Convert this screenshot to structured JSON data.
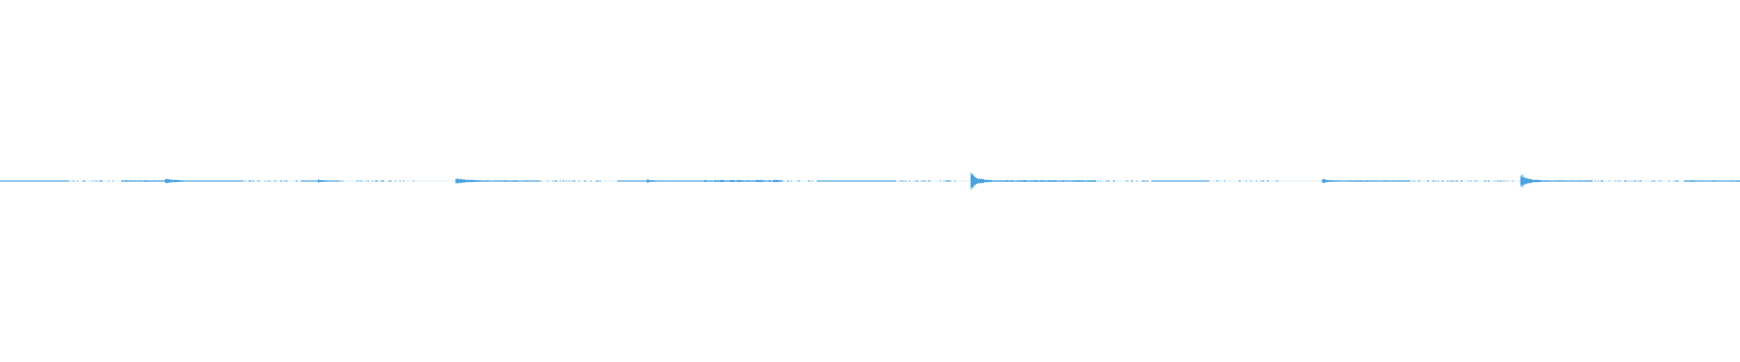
{
  "waveform": {
    "color": "#4aa3df",
    "background": "#ffffff",
    "amplitude_scale": 1.0,
    "segments": [
      {
        "from": 0.0,
        "to": 0.04,
        "amp": 0.03,
        "kind": "solid"
      },
      {
        "from": 0.04,
        "to": 0.065,
        "amp": 0.02,
        "kind": "dotted"
      },
      {
        "from": 0.07,
        "to": 0.095,
        "amp": 0.04,
        "kind": "solid"
      },
      {
        "from": 0.095,
        "to": 0.112,
        "amp": 0.18,
        "kind": "burst"
      },
      {
        "from": 0.112,
        "to": 0.14,
        "amp": 0.03,
        "kind": "solid"
      },
      {
        "from": 0.14,
        "to": 0.172,
        "amp": 0.02,
        "kind": "dotted"
      },
      {
        "from": 0.173,
        "to": 0.185,
        "amp": 0.03,
        "kind": "solid"
      },
      {
        "from": 0.183,
        "to": 0.195,
        "amp": 0.08,
        "kind": "burst"
      },
      {
        "from": 0.195,
        "to": 0.24,
        "amp": 0.02,
        "kind": "dotted"
      },
      {
        "from": 0.262,
        "to": 0.285,
        "amp": 0.22,
        "kind": "burst"
      },
      {
        "from": 0.285,
        "to": 0.31,
        "amp": 0.04,
        "kind": "solid"
      },
      {
        "from": 0.31,
        "to": 0.35,
        "amp": 0.02,
        "kind": "dotted"
      },
      {
        "from": 0.355,
        "to": 0.372,
        "amp": 0.03,
        "kind": "solid"
      },
      {
        "from": 0.372,
        "to": 0.382,
        "amp": 0.09,
        "kind": "burst"
      },
      {
        "from": 0.382,
        "to": 0.405,
        "amp": 0.03,
        "kind": "solid"
      },
      {
        "from": 0.405,
        "to": 0.45,
        "amp": 0.06,
        "kind": "solid"
      },
      {
        "from": 0.45,
        "to": 0.47,
        "amp": 0.02,
        "kind": "dotted"
      },
      {
        "from": 0.47,
        "to": 0.515,
        "amp": 0.03,
        "kind": "solid"
      },
      {
        "from": 0.515,
        "to": 0.55,
        "amp": 0.02,
        "kind": "dotted"
      },
      {
        "from": 0.558,
        "to": 0.575,
        "amp": 0.55,
        "kind": "burst"
      },
      {
        "from": 0.575,
        "to": 0.63,
        "amp": 0.05,
        "kind": "solid"
      },
      {
        "from": 0.63,
        "to": 0.662,
        "amp": 0.02,
        "kind": "dotted"
      },
      {
        "from": 0.662,
        "to": 0.695,
        "amp": 0.03,
        "kind": "solid"
      },
      {
        "from": 0.695,
        "to": 0.735,
        "amp": 0.02,
        "kind": "dotted"
      },
      {
        "from": 0.76,
        "to": 0.775,
        "amp": 0.12,
        "kind": "burst"
      },
      {
        "from": 0.775,
        "to": 0.81,
        "amp": 0.04,
        "kind": "solid"
      },
      {
        "from": 0.81,
        "to": 0.87,
        "amp": 0.02,
        "kind": "dotted"
      },
      {
        "from": 0.874,
        "to": 0.89,
        "amp": 0.5,
        "kind": "burst"
      },
      {
        "from": 0.89,
        "to": 0.915,
        "amp": 0.04,
        "kind": "solid"
      },
      {
        "from": 0.915,
        "to": 0.965,
        "amp": 0.02,
        "kind": "dotted"
      },
      {
        "from": 0.968,
        "to": 1.0,
        "amp": 0.04,
        "kind": "solid"
      }
    ]
  }
}
